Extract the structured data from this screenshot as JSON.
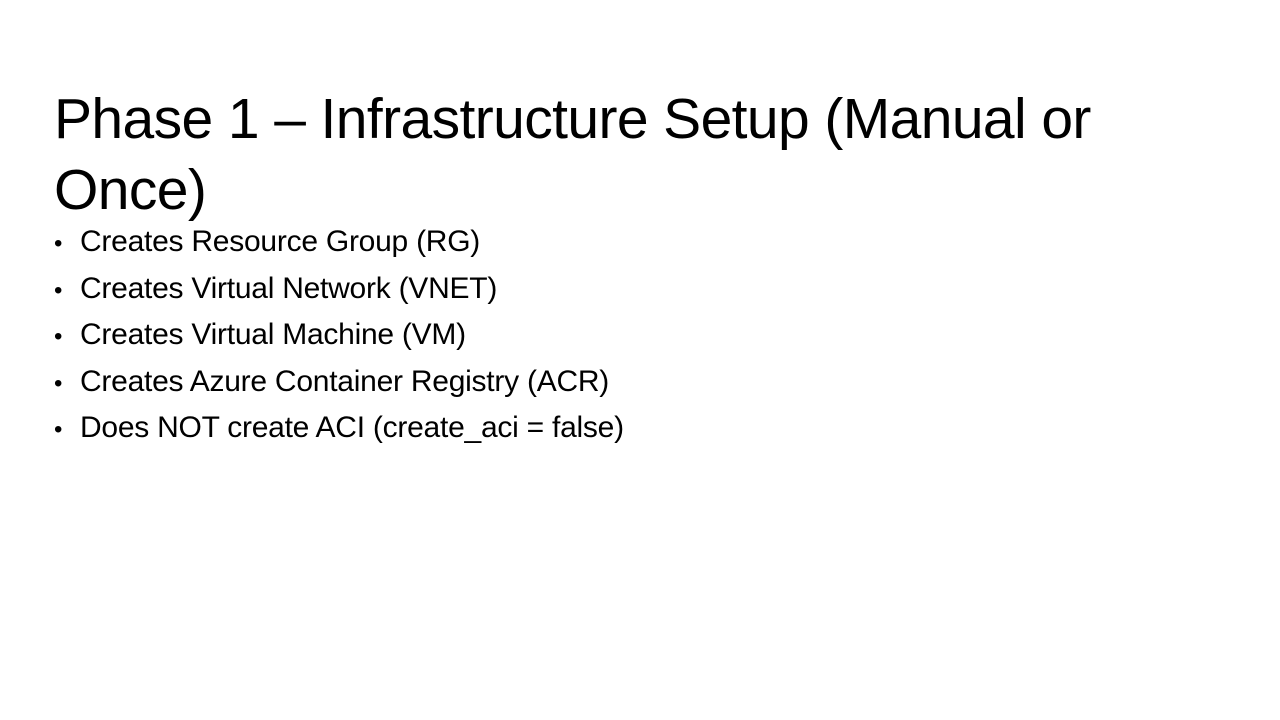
{
  "slide": {
    "background_color": "#ffffff",
    "text_color": "#000000",
    "title": "Phase 1 – Infrastructure Setup (Manual or Once)",
    "bullet_marker": "•",
    "bullets": [
      {
        "text": "Creates Resource Group (RG)"
      },
      {
        "text": "Creates Virtual Network (VNET)"
      },
      {
        "text": "Creates Virtual Machine (VM)"
      },
      {
        "text": "Creates Azure Container Registry (ACR)"
      },
      {
        "text": "Does NOT create ACI (create_aci = false)"
      }
    ]
  }
}
